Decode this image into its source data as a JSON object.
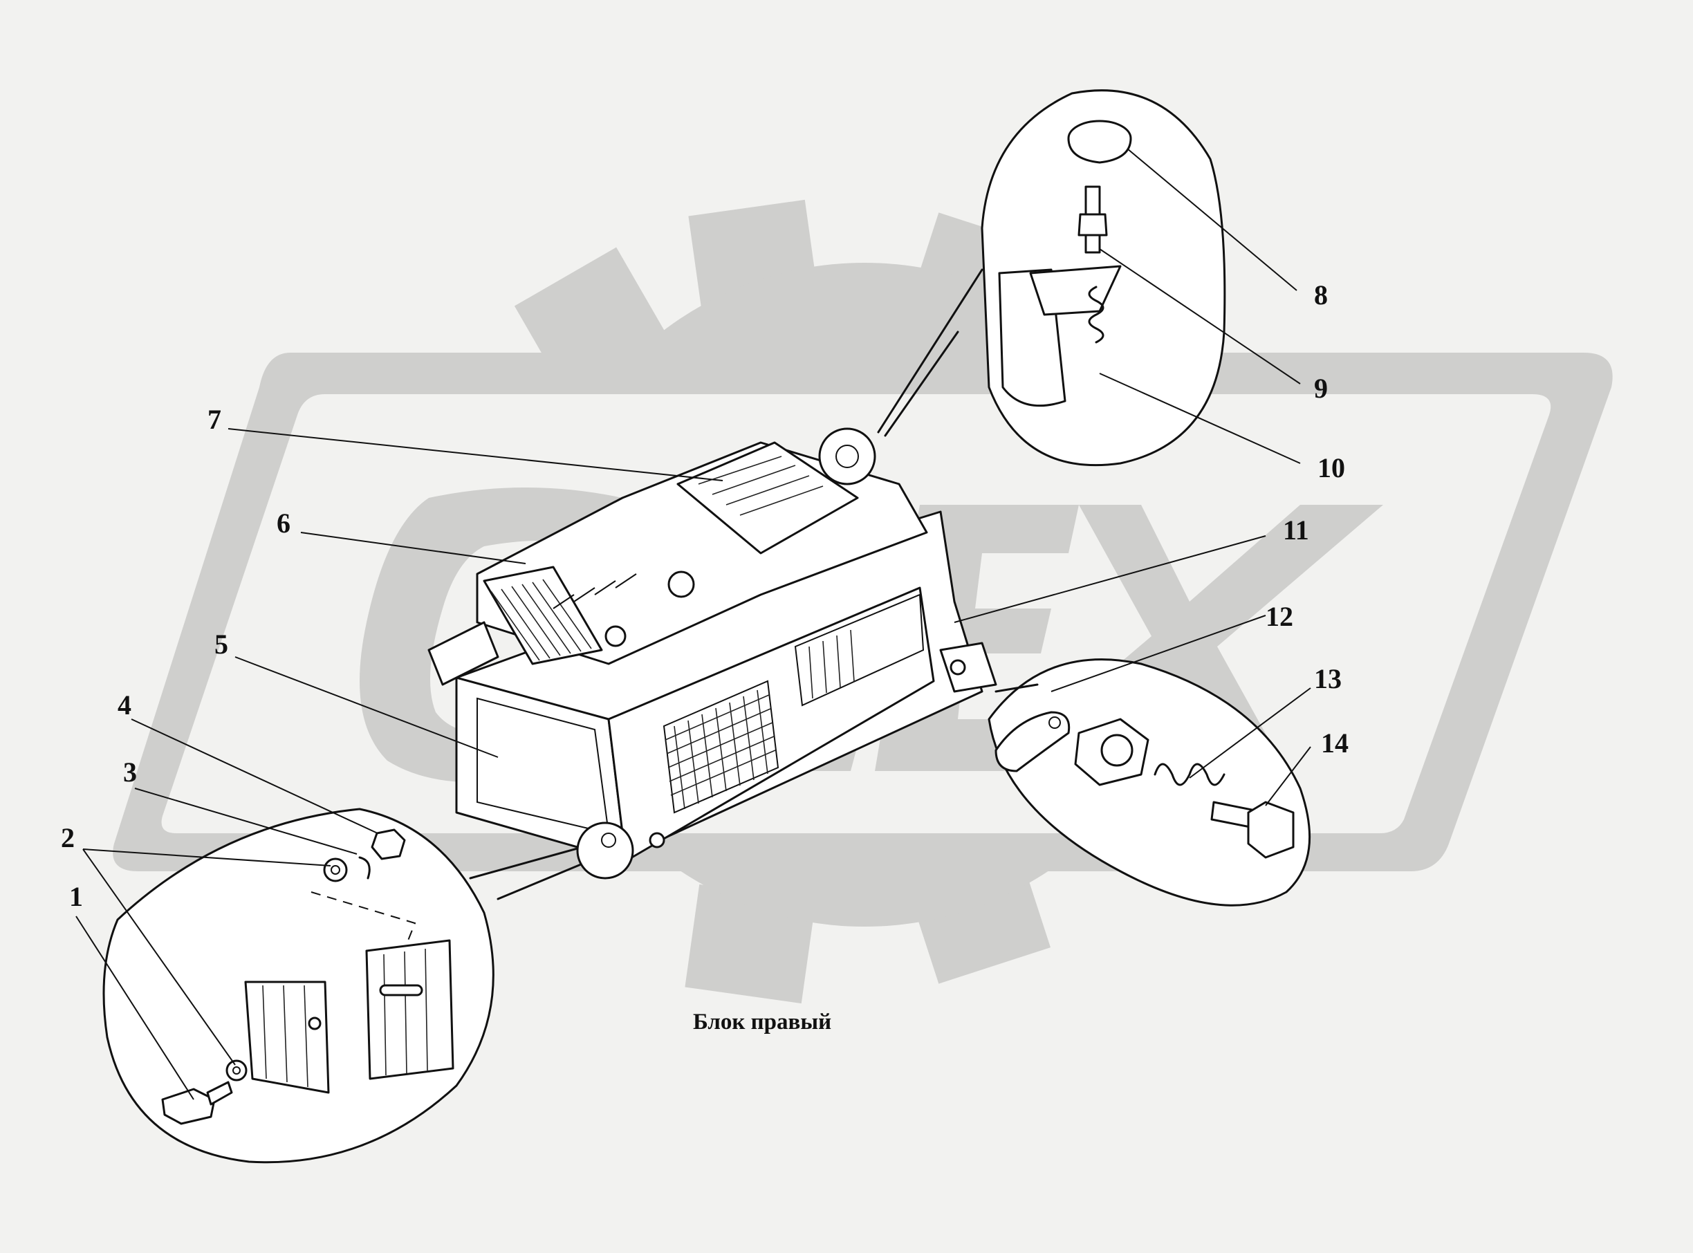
{
  "diagram": {
    "caption": "Блок правый",
    "callouts": [
      {
        "id": "c1",
        "number": "1"
      },
      {
        "id": "c2",
        "number": "2"
      },
      {
        "id": "c3",
        "number": "3"
      },
      {
        "id": "c4",
        "number": "4"
      },
      {
        "id": "c5",
        "number": "5"
      },
      {
        "id": "c6",
        "number": "6"
      },
      {
        "id": "c7",
        "number": "7"
      },
      {
        "id": "c8",
        "number": "8"
      },
      {
        "id": "c9",
        "number": "9"
      },
      {
        "id": "c10",
        "number": "10"
      },
      {
        "id": "c11",
        "number": "11"
      },
      {
        "id": "c12",
        "number": "12"
      },
      {
        "id": "c13",
        "number": "13"
      },
      {
        "id": "c14",
        "number": "14"
      }
    ]
  },
  "watermark": {
    "shape": "gear-logo",
    "color": "#cfcfcd"
  },
  "colors": {
    "background": "#f2f2f0",
    "ink": "#111111"
  }
}
